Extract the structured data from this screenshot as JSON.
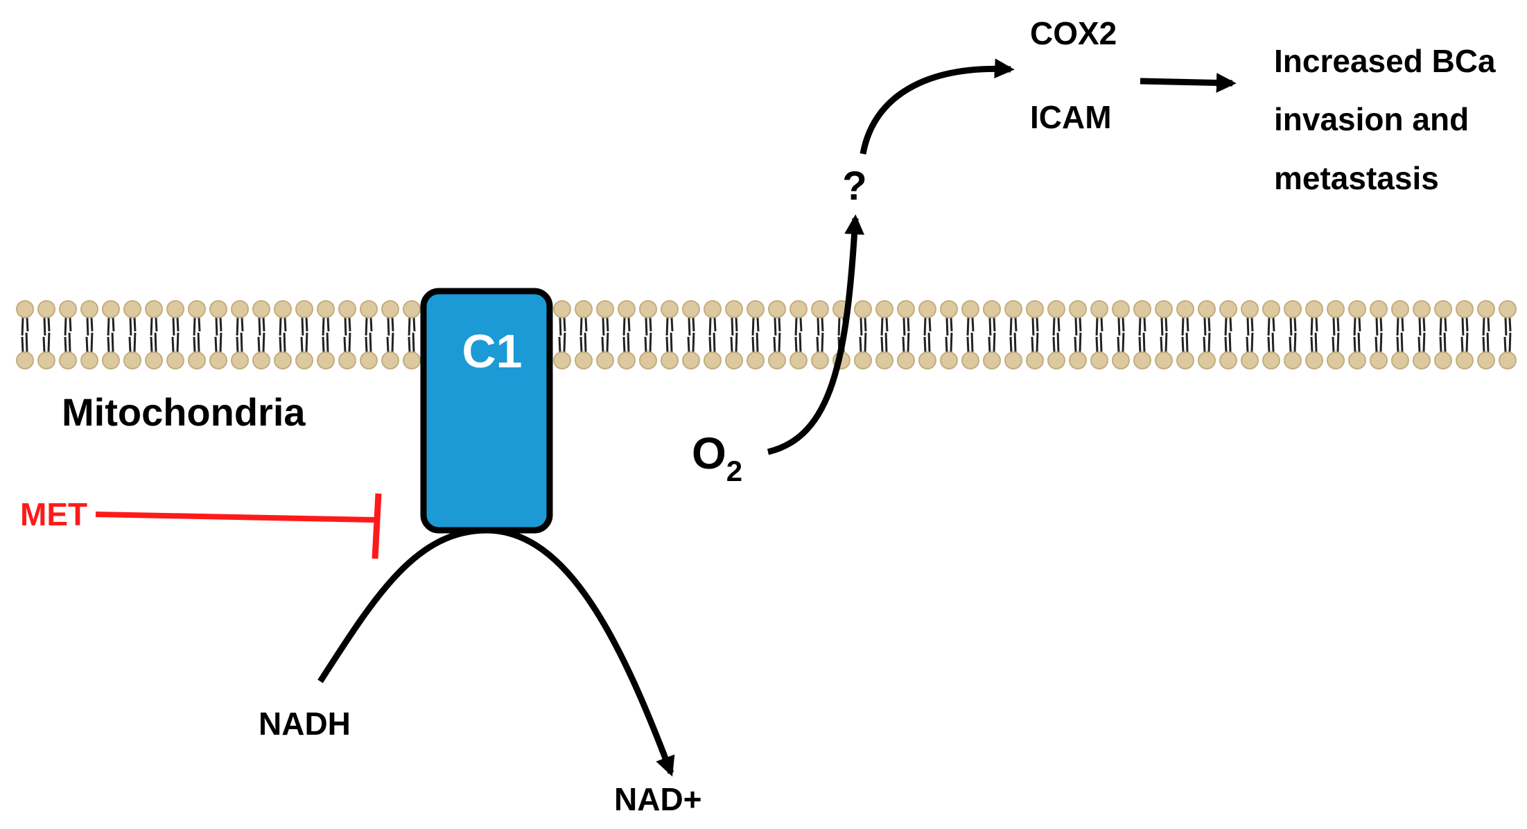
{
  "labels": {
    "mitochondria": "Mitochondria",
    "complex": "C1",
    "met": "MET",
    "nadh": "NADH",
    "nad_plus": "NAD+",
    "oxygen_base": "O",
    "oxygen_subscript": "2",
    "unknown": "?",
    "cox2": "COX2",
    "icam": "ICAM",
    "outcome_line1": "Increased BCa",
    "outcome_line2": "invasion and",
    "outcome_line3": "metastasis"
  },
  "colors": {
    "complex_fill": "#1b9ad6",
    "inhibitor": "#ff1a1a",
    "lipid_head": "#dcc9a0",
    "lipid_head_stroke": "#c4ad7e",
    "lipid_tail": "#222222",
    "ink": "#000000"
  }
}
